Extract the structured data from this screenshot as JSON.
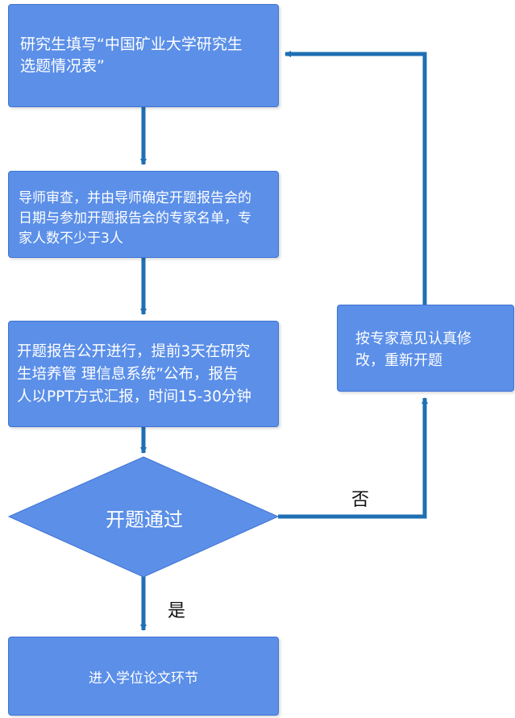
{
  "nodes": {
    "fill_form": {
      "lines": [
        "研究生填写“中国矿业大学研究生",
        "选题情况表”"
      ]
    },
    "advisor_review": {
      "lines": [
        "导师审查，并由导师确定开题报告会的",
        "日期与参加开题报告会的专家名单，专",
        "家人数不少于3人"
      ]
    },
    "public_report": {
      "lines": [
        "开题报告公开进行，提前3天在研究",
        "生培养管 理信息系统”公布，报告",
        "人以PPT方式汇报，时间15-30分钟"
      ]
    },
    "decision": {
      "label": "开题通过"
    },
    "revise": {
      "lines": [
        "按专家意见认真修",
        "改，重新开题"
      ]
    },
    "next_stage": {
      "label": "进入学位论文环节"
    }
  },
  "edges": {
    "no_label": "否",
    "yes_label": "是"
  },
  "colors": {
    "node_fill": "#5b8fe8",
    "node_border": "#3f73d3",
    "arrow": "#1f6fb3",
    "node_text": "#ffffff"
  }
}
